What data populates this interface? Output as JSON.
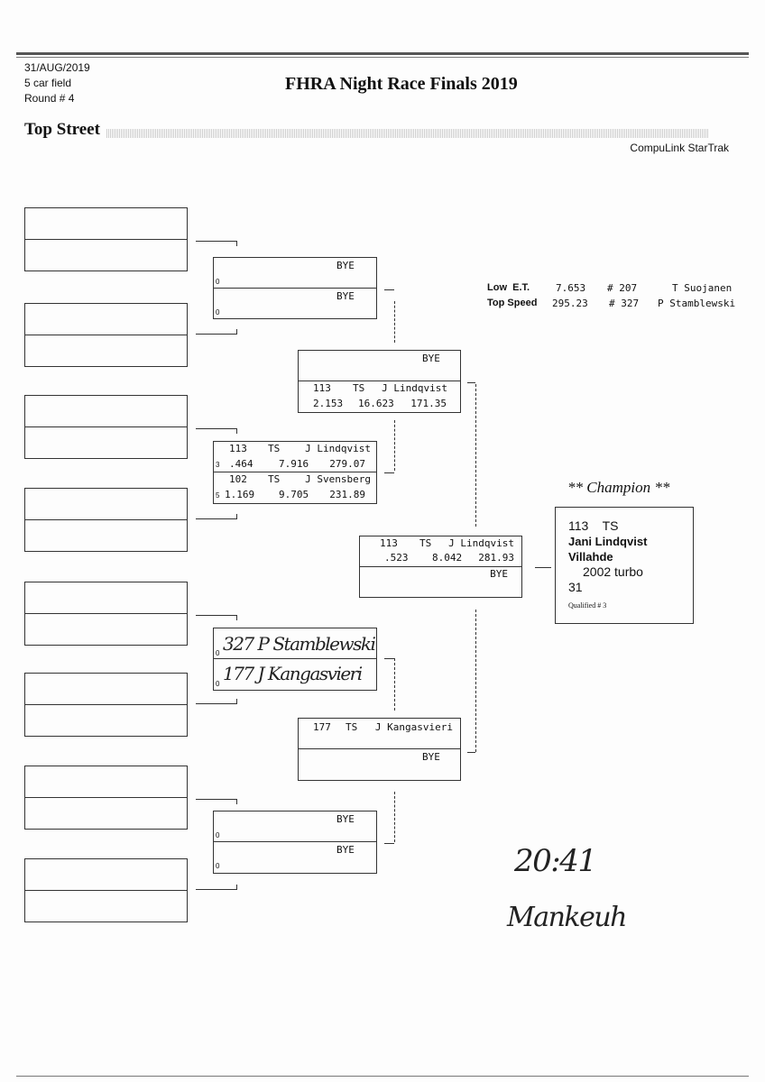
{
  "header": {
    "date": "31/AUG/2019",
    "field": "5 car field",
    "round": "Round # 4",
    "title": "FHRA Night Race Finals 2019",
    "section": "Top Street",
    "system": "CompuLink StarTrak"
  },
  "stats": {
    "low_et_label": "Low  E.T.",
    "low_et_value": "7.653",
    "low_et_car": "# 207",
    "low_et_driver": "T Suojanen",
    "top_speed_label": "Top Speed",
    "top_speed_value": "295.23",
    "top_speed_car": "# 327",
    "top_speed_driver": "P Stamblewski"
  },
  "round2": [
    {
      "top": {
        "line1": "BYE",
        "seed": "0"
      },
      "bot": {
        "line1": "BYE",
        "seed": "0"
      }
    },
    {
      "top": {
        "car": "113",
        "cls": "TS",
        "driver": "J Lindqvist",
        "rt": ".464",
        "et": "7.916",
        "mph": "279.07",
        "seed": "3"
      },
      "bot": {
        "car": "102",
        "cls": "TS",
        "driver": "J Svensberg",
        "rt": "1.169",
        "et": "9.705",
        "mph": "231.89",
        "seed": "5"
      }
    },
    {
      "top": {
        "handwritten": "327 P Stamblewski",
        "seed": "0"
      },
      "bot": {
        "handwritten": "177 J Kangasvieri",
        "seed": "0"
      }
    },
    {
      "top": {
        "line1": "BYE",
        "seed": "0"
      },
      "bot": {
        "line1": "BYE",
        "seed": "0"
      }
    }
  ],
  "round3": [
    {
      "top": {
        "line1": "BYE"
      },
      "bot": {
        "car": "113",
        "cls": "TS",
        "driver": "J Lindqvist",
        "rt": "2.153",
        "et": "16.623",
        "mph": "171.35"
      }
    },
    {
      "top": {
        "car": "177",
        "cls": "TS",
        "driver": "J Kangasvieri"
      },
      "bot": {
        "line1": "BYE"
      }
    }
  ],
  "final": {
    "top": {
      "car": "113",
      "cls": "TS",
      "driver": "J Lindqvist",
      "rt": ".523",
      "et": "8.042",
      "mph": "281.93"
    },
    "bot": {
      "line1": "BYE"
    }
  },
  "champion": {
    "heading": "** Champion **",
    "car_class": "113    TS",
    "name": "Jani Lindqvist",
    "town": "Villahde",
    "vehicle": "2002 turbo",
    "number": "31",
    "qualified": "Qualified # 3"
  },
  "handwritten": {
    "time": "20:41",
    "signature": "Mankeuh"
  }
}
